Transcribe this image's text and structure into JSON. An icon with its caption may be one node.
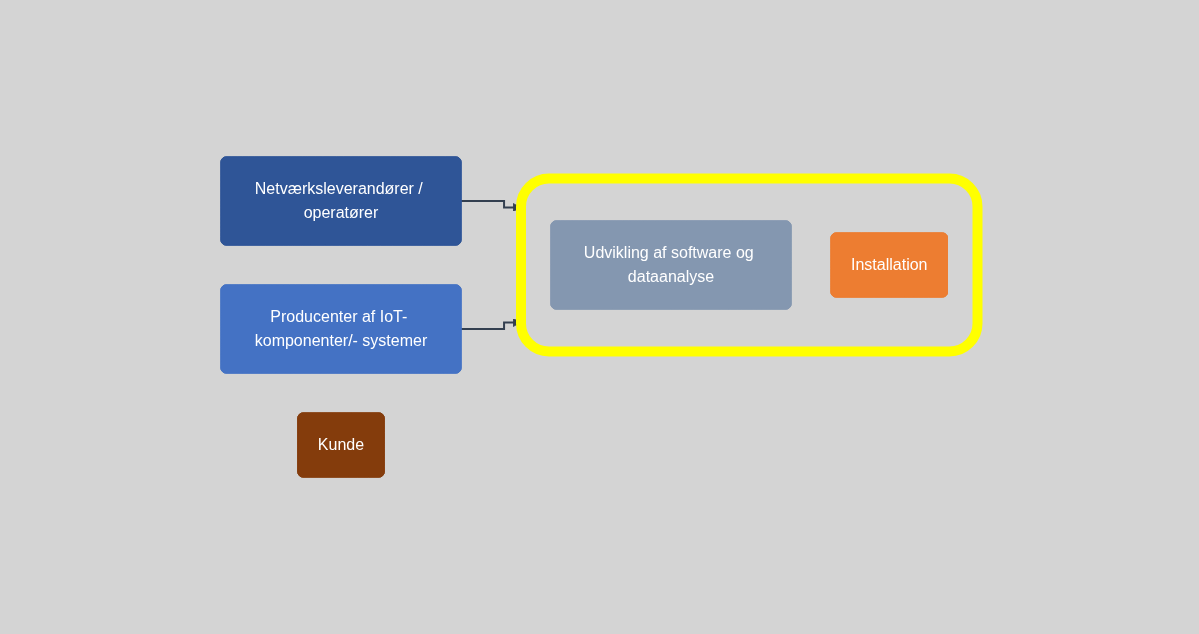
{
  "diagram": {
    "nodes": [
      {
        "text": [
          "Netværksleverandører / operatører"
        ]
      },
      {
        "text": [
          "Producenter af IoT- komponenter/- systemer"
        ]
      },
      {
        "text": [],
        "shape": "box"
      },
      {
        "text": [
          "Udvikling af software og dataanalyse"
        ],
        "in": 2
      },
      {
        "text": [
          "Installation"
        ],
        "in": 2
      },
      {
        "text": [
          "Kunde"
        ]
      }
    ],
    "edges": [
      {
        "from": 0,
        "to": 2,
        "arrow": "to"
      },
      {
        "from": 1,
        "to": 2,
        "arrow": "to"
      }
    ]
  }
}
